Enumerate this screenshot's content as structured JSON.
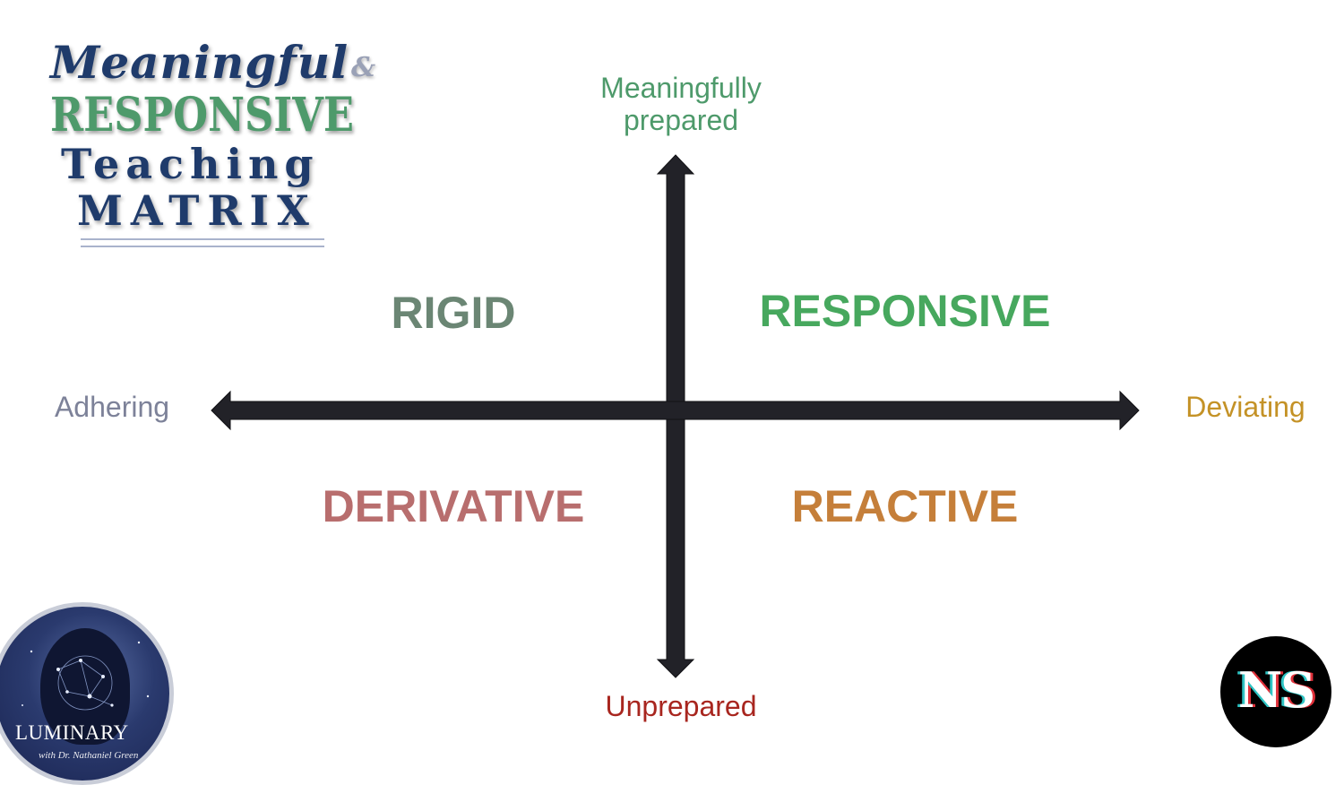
{
  "title": {
    "line1": "Meaningful",
    "ampersand": "&",
    "line2": "RESPONSIVE",
    "line3": "Teaching",
    "line4": "MATRIX"
  },
  "axes": {
    "top": "Meaningfully prepared",
    "bottom": "Unprepared",
    "left": "Adhering",
    "right": "Deviating"
  },
  "quadrants": {
    "top_left": "RIGID",
    "top_right": "RESPONSIVE",
    "bottom_left": "DERIVATIVE",
    "bottom_right": "REACTIVE"
  },
  "logos": {
    "luminary": "LUMINARY",
    "luminary_sub": "with Dr. Nathaniel Green",
    "ns": "NS"
  },
  "colors": {
    "navy": "#1f3b6b",
    "green": "#4e9a6b",
    "arrow": "#222228",
    "unprepared": "#a8261f",
    "deviating": "#c49226"
  }
}
